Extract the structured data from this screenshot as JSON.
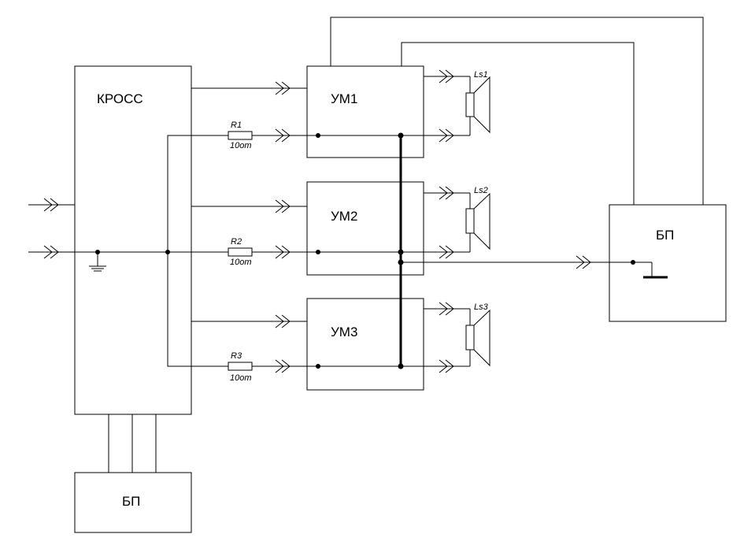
{
  "blocks": {
    "cross": "КРОСС",
    "amp1": "УМ1",
    "amp2": "УМ2",
    "amp3": "УМ3",
    "psu_bottom": "БП",
    "psu_right": "БП"
  },
  "resistors": [
    {
      "ref": "R1",
      "value": "10om"
    },
    {
      "ref": "R2",
      "value": "10om"
    },
    {
      "ref": "R3",
      "value": "10om"
    }
  ],
  "speakers": [
    {
      "ref": "Ls1"
    },
    {
      "ref": "Ls2"
    },
    {
      "ref": "Ls3"
    }
  ]
}
